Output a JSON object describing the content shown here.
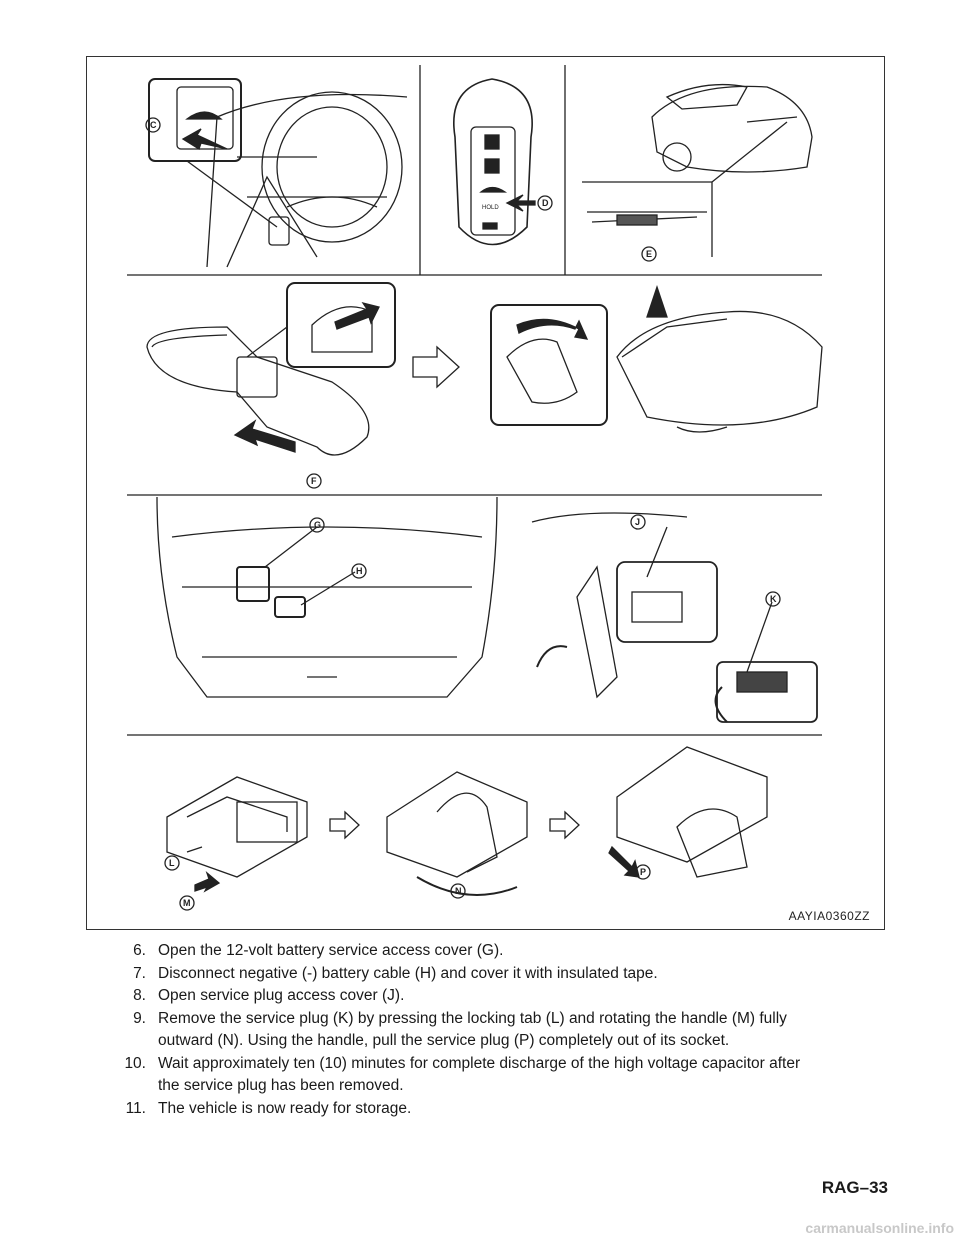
{
  "figure": {
    "code": "AAYIA0360ZZ",
    "callouts": [
      "C",
      "D",
      "E",
      "F",
      "G",
      "H",
      "J",
      "K",
      "L",
      "M",
      "N",
      "P"
    ],
    "fob_hold_label": "HOLD"
  },
  "steps": [
    {
      "num": "6.",
      "text": "Open the 12-volt battery service access cover (G)."
    },
    {
      "num": "7.",
      "text": "Disconnect negative (-) battery cable (H) and cover it with insulated tape."
    },
    {
      "num": "8.",
      "text": "Open service plug access cover (J)."
    },
    {
      "num": "9.",
      "text": "Remove the service plug (K) by pressing the locking tab (L) and rotating the handle (M) fully"
    },
    {
      "num": "",
      "text": "outward (N). Using the handle, pull the service plug (P) completely out of its socket."
    },
    {
      "num": "10.",
      "text": "Wait approximately ten (10) minutes for complete discharge of the high voltage capacitor after"
    },
    {
      "num": "",
      "text": "the service plug has been removed."
    },
    {
      "num": "11.",
      "text": "The vehicle is now ready for storage."
    }
  ],
  "footer": {
    "page_code": "RAG–33",
    "watermark": "carmanualsonline.info"
  }
}
